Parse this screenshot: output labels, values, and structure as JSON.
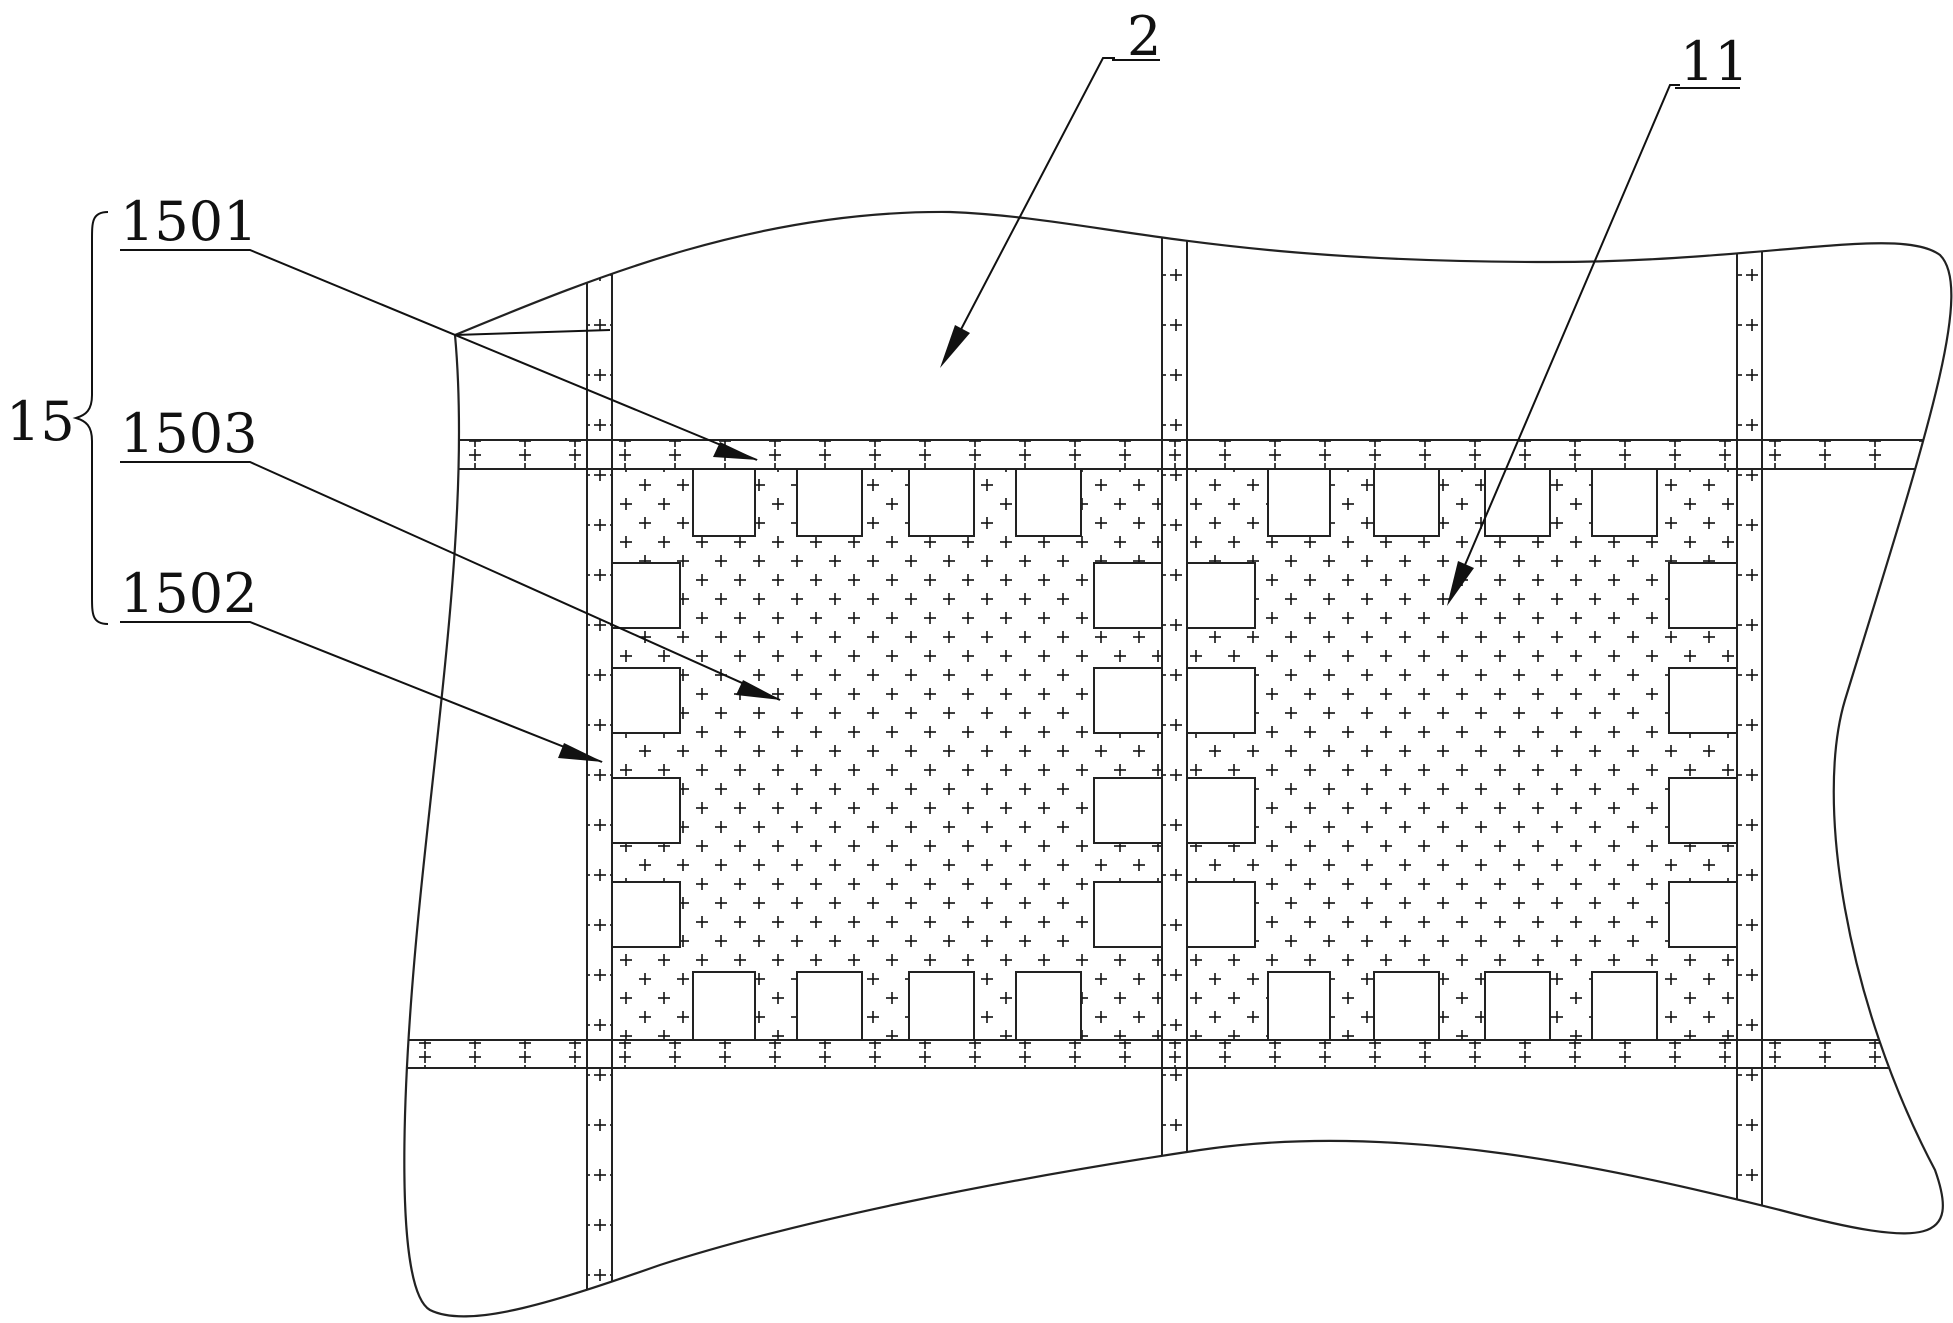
{
  "labels": {
    "label_2": "2",
    "label_11": "11",
    "label_15": "15",
    "label_1501": "1501",
    "label_1502": "1502",
    "label_1503": "1503"
  },
  "colors": {
    "line": "#222222",
    "background": "#ffffff"
  },
  "symbols": {
    "fill_pattern": "plus-sign hatch"
  }
}
